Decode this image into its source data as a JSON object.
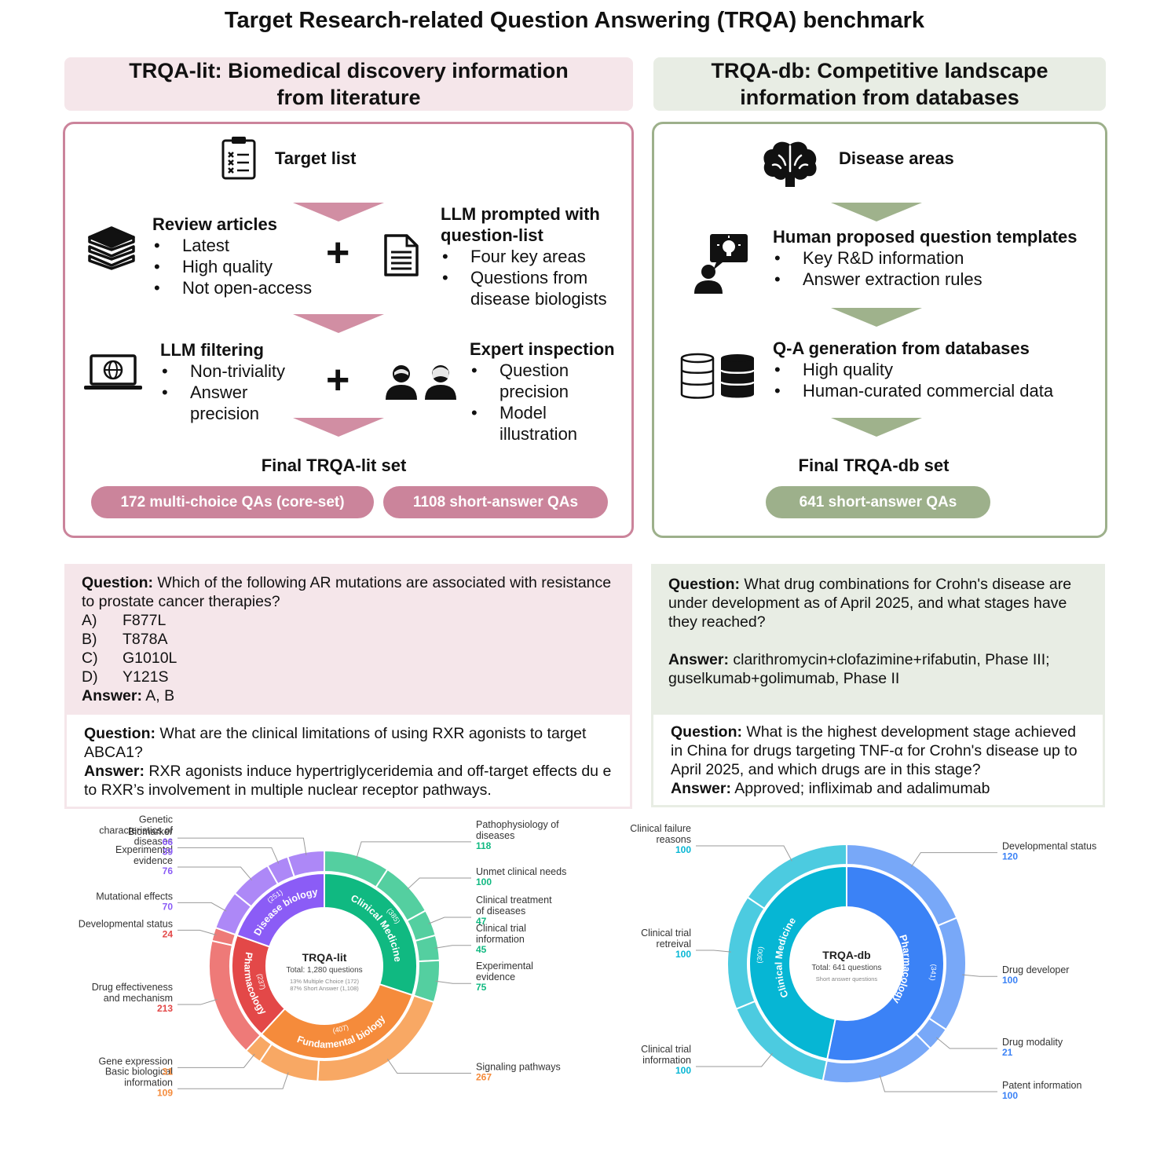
{
  "title": "Target Research-related Question Answering (TRQA) benchmark",
  "lit": {
    "header": "TRQA-lit: Biomedical discovery information from literature",
    "target_list": "Target list",
    "review": {
      "title": "Review articles",
      "items": [
        "Latest",
        "High quality",
        "Not open-access"
      ]
    },
    "llm_prompt": {
      "title": "LLM prompted with question-list",
      "items": [
        "Four key areas",
        "Questions from disease biologists"
      ]
    },
    "llm_filter": {
      "title": "LLM filtering",
      "items": [
        "Non-triviality",
        "Answer precision"
      ]
    },
    "expert": {
      "title": "Expert inspection",
      "items": [
        "Question precision",
        "Model illustration"
      ]
    },
    "plus": "+",
    "final": "Final TRQA-lit set",
    "pills": [
      "172 multi-choice QAs (core-set)",
      "1108 short-answer QAs"
    ]
  },
  "db": {
    "header": "TRQA-db: Competitive landscape information from databases",
    "disease_areas": "Disease areas",
    "templates": {
      "title": "Human proposed question templates",
      "items": [
        "Key R&D information",
        "Answer extraction rules"
      ]
    },
    "qa_gen": {
      "title": "Q-A generation from databases",
      "items": [
        "High quality",
        "Human-curated commercial data"
      ]
    },
    "final": "Final TRQA-db set",
    "pill": "641 short-answer QAs"
  },
  "examples": {
    "q_label": "Question:",
    "a_label": "Answer:",
    "lit1": {
      "question": "Which of the following AR mutations are associated with resistance to prostate cancer therapies?",
      "options": [
        {
          "key": "A)",
          "text": "F877L"
        },
        {
          "key": "B)",
          "text": "T878A"
        },
        {
          "key": "C)",
          "text": "G1010L"
        },
        {
          "key": "D)",
          "text": "Y121S"
        }
      ],
      "answer": "A, B"
    },
    "lit2": {
      "question": "What are the clinical limitations of using RXR agonists to target ABCA1?",
      "answer": "RXR agonists induce hypertriglyceridemia and off-target effects du e to RXR’s involvement in multiple nuclear receptor pathways."
    },
    "db1": {
      "question": "What drug combinations for Crohn's disease are under development as of April 2025, and what stages have they reached?",
      "answer": "clarithromycin+clofazimine+rifabutin, Phase III; guselkumab+golimumab, Phase II"
    },
    "db2": {
      "question": "What is the highest development stage achieved in China for drugs targeting TNF-α for Crohn's disease up to April 2025, and which drugs are in this stage?",
      "answer": "Approved; infliximab and adalimumab"
    }
  },
  "chart_data": [
    {
      "type": "sunburst",
      "center": {
        "title": "TRQA-lit",
        "total": "Total: 1,280 questions",
        "line1": "13% Multiple Choice (172)",
        "line2": "87% Short Answer (1,108)"
      },
      "inner": [
        {
          "name": "Clinical Medicine",
          "value": 385,
          "count_label": "(385)",
          "color": "#10b981"
        },
        {
          "name": "Fundamental biology",
          "value": 407,
          "count_label": "(407)",
          "color": "#f58b3b"
        },
        {
          "name": "Pharmacology",
          "value": 237,
          "count_label": "(237)",
          "color": "#e34848"
        },
        {
          "name": "Disease biology",
          "value": 251,
          "count_label": "(251)",
          "color": "#8b5cf6"
        }
      ],
      "outer": [
        {
          "name": "Pathophysiology of diseases",
          "value": 118,
          "parent": "Clinical Medicine",
          "color": "#54cfa0"
        },
        {
          "name": "Unmet clinical needs",
          "value": 100,
          "parent": "Clinical Medicine",
          "color": "#54cfa0"
        },
        {
          "name": "Clinical treatment of diseases",
          "value": 47,
          "parent": "Clinical Medicine",
          "color": "#54cfa0"
        },
        {
          "name": "Clinical trial information",
          "value": 45,
          "parent": "Clinical Medicine",
          "color": "#54cfa0"
        },
        {
          "name": "Experimental evidence",
          "value": 75,
          "parent": "Clinical Medicine",
          "color": "#54cfa0"
        },
        {
          "name": "Signaling pathways",
          "value": 267,
          "parent": "Fundamental biology",
          "color": "#f8a864"
        },
        {
          "name": "Basic biological information",
          "value": 109,
          "parent": "Fundamental biology",
          "color": "#f8a864"
        },
        {
          "name": "Gene expression",
          "value": 31,
          "parent": "Fundamental biology",
          "color": "#f8a864"
        },
        {
          "name": "Drug effectiveness and mechanism",
          "value": 213,
          "parent": "Pharmacology",
          "color": "#ee7a78"
        },
        {
          "name": "Developmental status",
          "value": 24,
          "parent": "Pharmacology",
          "color": "#ee7a78"
        },
        {
          "name": "Mutational effects",
          "value": 70,
          "parent": "Disease biology",
          "color": "#ad88f7"
        },
        {
          "name": "Experimental evidence",
          "value": 76,
          "parent": "Disease biology",
          "color": "#ad88f7"
        },
        {
          "name": "Genetic characteristics of diseases",
          "value": 39,
          "parent": "Disease biology",
          "color": "#ad88f7"
        },
        {
          "name": "Biomarker",
          "value": 66,
          "parent": "Disease biology",
          "color": "#ad88f7"
        }
      ]
    },
    {
      "type": "sunburst",
      "center": {
        "title": "TRQA-db",
        "total": "Total: 641 questions",
        "line1": "Short answer questions"
      },
      "inner": [
        {
          "name": "Pharmacology",
          "value": 341,
          "count_label": "(341)",
          "color": "#3b82f6"
        },
        {
          "name": "Clinical Medicine",
          "value": 300,
          "count_label": "(300)",
          "color": "#06b6d4"
        }
      ],
      "outer": [
        {
          "name": "Developmental status",
          "value": 120,
          "parent": "Pharmacology",
          "color": "#78a8f8"
        },
        {
          "name": "Drug developer",
          "value": 100,
          "parent": "Pharmacology",
          "color": "#78a8f8"
        },
        {
          "name": "Drug modality",
          "value": 21,
          "parent": "Pharmacology",
          "color": "#78a8f8"
        },
        {
          "name": "Patent information",
          "value": 100,
          "parent": "Pharmacology",
          "color": "#78a8f8"
        },
        {
          "name": "Clinical trial information",
          "value": 100,
          "parent": "Clinical Medicine",
          "color": "#4ccbe0"
        },
        {
          "name": "Clinical trial retreival",
          "value": 100,
          "parent": "Clinical Medicine",
          "color": "#4ccbe0"
        },
        {
          "name": "Clinical failure reasons",
          "value": 100,
          "parent": "Clinical Medicine",
          "color": "#4ccbe0"
        }
      ]
    }
  ]
}
